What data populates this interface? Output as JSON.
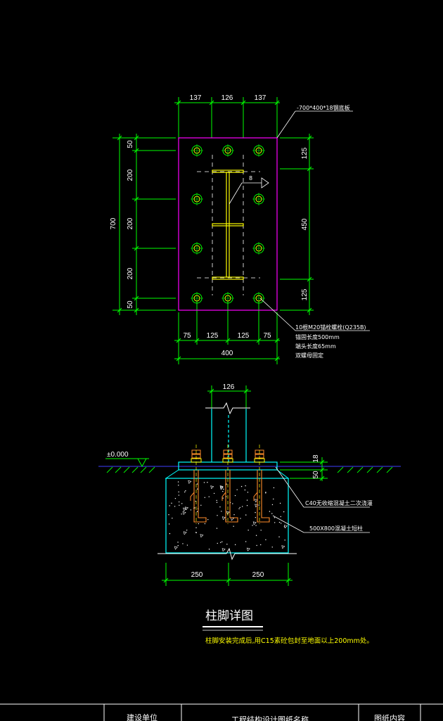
{
  "colors": {
    "background": "#000000",
    "dimension_line": "#00ff00",
    "plate": "#ff00ff",
    "bolt": "#00ff00",
    "bolt_core": "#ffff00",
    "column": "#ffff00",
    "concrete": "#00ffff",
    "anchor": "#ff8c2a",
    "grout": "#00ffff",
    "text": "#ffffff",
    "note": "#ffff00",
    "ground": "#3030ff"
  },
  "plan": {
    "top_dims": [
      "137",
      "126",
      "137"
    ],
    "left_dims": [
      "50",
      "200",
      "200",
      "200",
      "50"
    ],
    "left_total": "700",
    "right_dims": [
      "125",
      "450",
      "125"
    ],
    "bottom_dims": [
      "75",
      "125",
      "125",
      "75"
    ],
    "bottom_total": "400",
    "plate_label": "-700*400*18钢底板",
    "stiffener_label": "8",
    "bolt_note": [
      "10根M20锚栓螺栓(Q235B)",
      "锚固长度500mm",
      "端头长度65mm",
      "双螺母固定"
    ]
  },
  "section": {
    "column_width_dim": "126",
    "elevation": "±0.000",
    "right_dims": [
      "18",
      "50"
    ],
    "bottom_dims": [
      "250",
      "250"
    ],
    "callout_concrete": "C40无收缩混凝土二次浇灌",
    "callout_pier": "500X800混凝土短柱"
  },
  "title": "柱脚详图",
  "footnote": "柱脚安装完成后,用C15素砼包封至地面以上200mm处。",
  "title_block": {
    "cell1": "建设单位",
    "cell2": "工程结构设计图纸名称",
    "cell3": "图纸内容"
  }
}
